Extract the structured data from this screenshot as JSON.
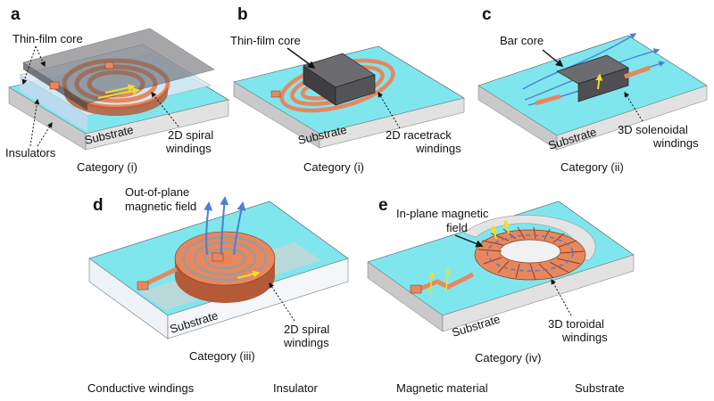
{
  "panels": {
    "a": {
      "letter": "a",
      "category": "Category (i)",
      "core_label": "Thin-film core",
      "insulator_label": "Insulators",
      "substrate_label": "Substrate",
      "windings_line1": "2D spiral",
      "windings_line2": "windings"
    },
    "b": {
      "letter": "b",
      "category": "Category (i)",
      "core_label": "Thin-film core",
      "substrate_label": "Substrate",
      "windings_line1": "2D racetrack",
      "windings_line2": "windings"
    },
    "c": {
      "letter": "c",
      "category": "Category (ii)",
      "core_label": "Bar core",
      "substrate_label": "Substrate",
      "windings_line1": "3D solenoidal",
      "windings_line2": "windings"
    },
    "d": {
      "letter": "d",
      "category": "Category (iii)",
      "field_line1": "Out-of-plane",
      "field_line2": "magnetic field",
      "substrate_label": "Substrate",
      "windings_line1": "2D spiral",
      "windings_line2": "windings"
    },
    "e": {
      "letter": "e",
      "category": "Category (iv)",
      "field_line1": "In-plane magnetic",
      "field_line2": "field",
      "substrate_label": "Substrate",
      "windings_line1": "3D toroidal",
      "windings_line2": "windings"
    }
  },
  "legend": [
    {
      "label": "Conductive windings"
    },
    {
      "label": "Insulator"
    },
    {
      "label": "Magnetic material"
    },
    {
      "label": "Substrate"
    }
  ],
  "colors": {
    "copper": "#e8875e",
    "copper_dark": "#b55a36",
    "substrate_top": "#7fe6ee",
    "substrate_side": "#c9c9c9",
    "core": "#5e5e62",
    "field_arrow": "#4a7fd6",
    "flux_yellow": "#f4dc2a"
  }
}
